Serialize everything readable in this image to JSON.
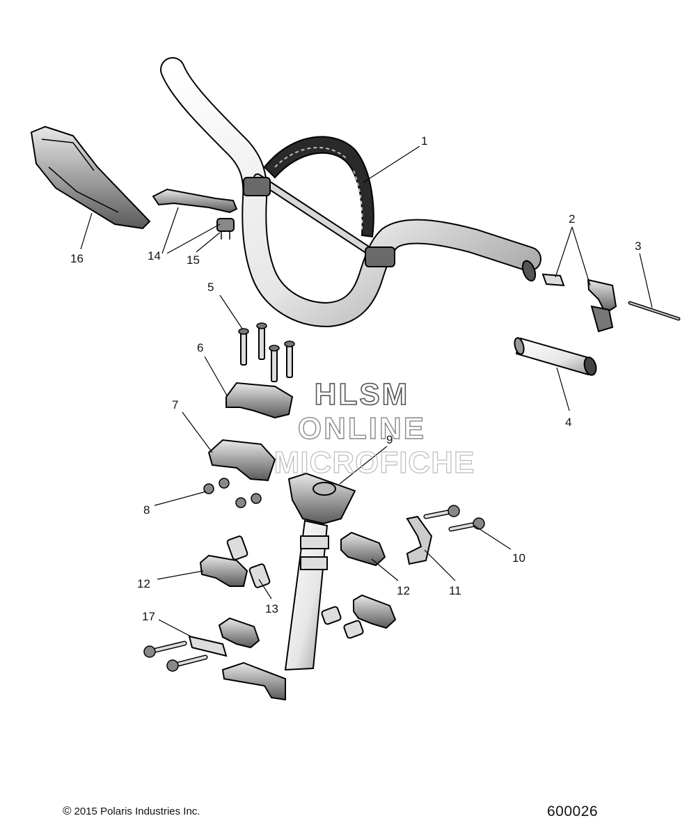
{
  "callouts": [
    "1",
    "2",
    "3",
    "4",
    "5",
    "6",
    "7",
    "8",
    "9",
    "10",
    "11",
    "12",
    "12",
    "13",
    "14",
    "15",
    "16",
    "17"
  ],
  "watermark": {
    "line1": "HLSM",
    "line2": "ONLINE",
    "line3": "MICROFICHE"
  },
  "footer": {
    "copyright_symbol": "©",
    "copyright": "2015 Polaris Industries Inc.",
    "drawing_id": "600026"
  }
}
